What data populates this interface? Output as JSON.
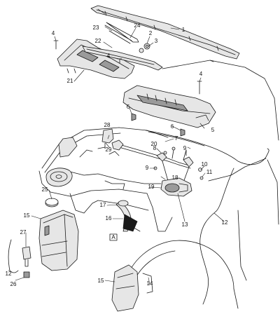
{
  "colors": {
    "line": "#1a1a1a",
    "panel_fill": "#e6e6e6",
    "panel_dark": "#9a9a9a",
    "background": "#ffffff"
  },
  "callouts": [
    "1",
    "2",
    "3",
    "4",
    "5",
    "6",
    "7",
    "8",
    "9",
    "10",
    "11",
    "12",
    "13",
    "14",
    "15",
    "16",
    "17",
    "18",
    "19",
    "20",
    "21",
    "22",
    "23",
    "24",
    "25",
    "26",
    "27",
    "28",
    "29"
  ],
  "arrow_marker": "A"
}
